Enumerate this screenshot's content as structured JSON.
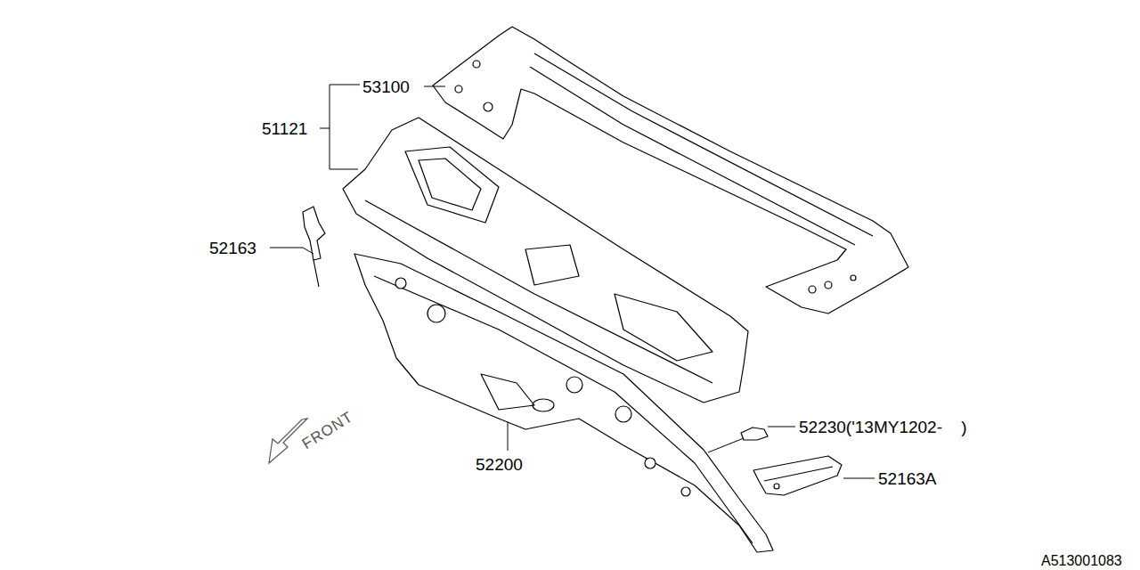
{
  "diagram": {
    "labels": [
      "53100",
      "51121",
      "52163",
      "52230('13MY1202-    )",
      "52163A",
      "52200",
      "FRONT",
      "A513001083"
    ]
  }
}
